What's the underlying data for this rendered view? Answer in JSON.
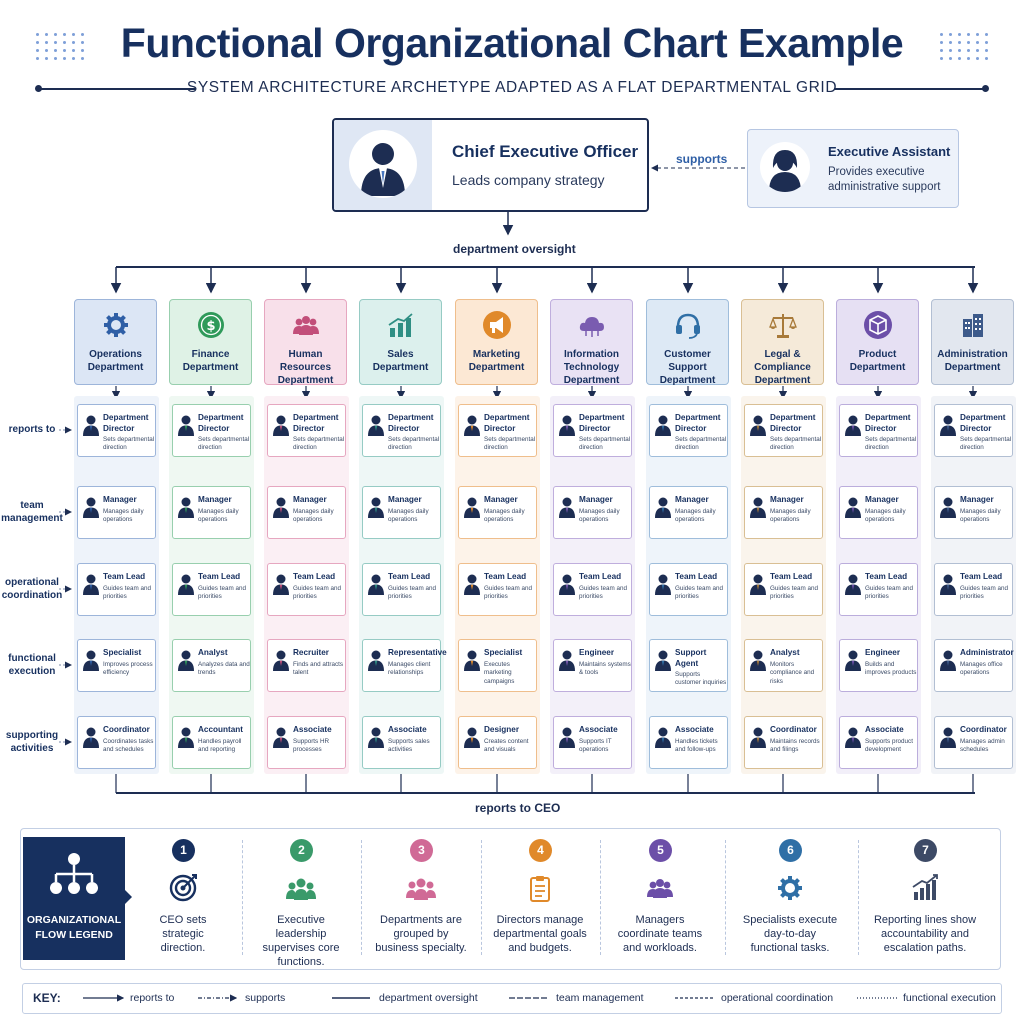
{
  "header": {
    "title": "Functional Organizational Chart Example",
    "subtitle": "SYSTEM ARCHITECTURE ARCHETYPE ADAPTED AS A FLAT DEPARTMENTAL GRID"
  },
  "ceo": {
    "title": "Chief Executive Officer",
    "desc": "Leads company strategy"
  },
  "assistant": {
    "title": "Executive Assistant",
    "desc": "Provides executive administrative support"
  },
  "labels": {
    "supports": "supports",
    "oversight": "department oversight",
    "reports_ceo": "reports to CEO"
  },
  "row_labels": [
    "reports to",
    "team management",
    "operational coordination",
    "functional execution",
    "supporting activities"
  ],
  "departments": [
    {
      "name": "Operations Department",
      "icon": "gear-icon",
      "color": "#2f5fa6",
      "bg": "#dce6f5",
      "col": "#eef3fa",
      "border": "#9db5da",
      "roles": [
        [
          "Department Director",
          "Sets departmental direction"
        ],
        [
          "Manager",
          "Manages daily operations"
        ],
        [
          "Team Lead",
          "Guides team and priorities"
        ],
        [
          "Specialist",
          "Improves process efficiency"
        ],
        [
          "Coordinator",
          "Coordinates tasks and schedules"
        ]
      ]
    },
    {
      "name": "Finance Department",
      "icon": "dollar-icon",
      "color": "#2f9a5a",
      "bg": "#dff2e6",
      "col": "#eff8f2",
      "border": "#98cfae",
      "roles": [
        [
          "Department Director",
          "Sets departmental direction"
        ],
        [
          "Manager",
          "Manages daily operations"
        ],
        [
          "Team Lead",
          "Guides team and priorities"
        ],
        [
          "Analyst",
          "Analyzes data and trends"
        ],
        [
          "Accountant",
          "Handles payroll and reporting"
        ]
      ]
    },
    {
      "name": "Human Resources Department",
      "icon": "people-icon",
      "color": "#c24f7a",
      "bg": "#f8e0ea",
      "col": "#fbeff4",
      "border": "#e6a7c0",
      "roles": [
        [
          "Department Director",
          "Sets departmental direction"
        ],
        [
          "Manager",
          "Manages daily operations"
        ],
        [
          "Team Lead",
          "Guides team and priorities"
        ],
        [
          "Recruiter",
          "Finds and attracts talent"
        ],
        [
          "Associate",
          "Supports HR processes"
        ]
      ]
    },
    {
      "name": "Sales Department",
      "icon": "bar-chart-icon",
      "color": "#2f8f84",
      "bg": "#dcf0ed",
      "col": "#eef7f6",
      "border": "#96cbc4",
      "roles": [
        [
          "Department Director",
          "Sets departmental direction"
        ],
        [
          "Manager",
          "Manages daily operations"
        ],
        [
          "Team Lead",
          "Guides team and priorities"
        ],
        [
          "Representative",
          "Manages client relationships"
        ],
        [
          "Associate",
          "Supports sales activities"
        ]
      ]
    },
    {
      "name": "Marketing Department",
      "icon": "megaphone-icon",
      "color": "#e0892a",
      "bg": "#fce8d4",
      "col": "#fdf3e9",
      "border": "#efbe8c",
      "roles": [
        [
          "Department Director",
          "Sets departmental direction"
        ],
        [
          "Manager",
          "Manages daily operations"
        ],
        [
          "Team Lead",
          "Guides team and priorities"
        ],
        [
          "Specialist",
          "Executes marketing campaigns"
        ],
        [
          "Designer",
          "Creates content and visuals"
        ]
      ]
    },
    {
      "name": "Information Technology Department",
      "icon": "cloud-icon",
      "color": "#7a5cb0",
      "bg": "#e9e2f4",
      "col": "#f3f0f9",
      "border": "#bfaedd",
      "roles": [
        [
          "Department Director",
          "Sets departmental direction"
        ],
        [
          "Manager",
          "Manages daily operations"
        ],
        [
          "Team Lead",
          "Guides team and priorities"
        ],
        [
          "Engineer",
          "Maintains systems & tools"
        ],
        [
          "Associate",
          "Supports IT operations"
        ]
      ]
    },
    {
      "name": "Customer Support Department",
      "icon": "headset-icon",
      "color": "#2f6fa6",
      "bg": "#dde9f5",
      "col": "#eef4fa",
      "border": "#9fbddb",
      "roles": [
        [
          "Department Director",
          "Sets departmental direction"
        ],
        [
          "Manager",
          "Manages daily operations"
        ],
        [
          "Team Lead",
          "Guides team and priorities"
        ],
        [
          "Support Agent",
          "Supports customer inquiries"
        ],
        [
          "Associate",
          "Handles tickets and follow-ups"
        ]
      ]
    },
    {
      "name": "Legal & Compliance Department",
      "icon": "scales-icon",
      "color": "#a87a3a",
      "bg": "#f5ead9",
      "col": "#faf4ec",
      "border": "#d9bf94",
      "roles": [
        [
          "Department Director",
          "Sets departmental direction"
        ],
        [
          "Manager",
          "Manages daily operations"
        ],
        [
          "Team Lead",
          "Guides team and priorities"
        ],
        [
          "Analyst",
          "Monitors compliance and risks"
        ],
        [
          "Coordinator",
          "Maintains records and filings"
        ]
      ]
    },
    {
      "name": "Product Department",
      "icon": "cube-icon",
      "color": "#6c4fa8",
      "bg": "#e6e0f3",
      "col": "#f2eff9",
      "border": "#bbaddc",
      "roles": [
        [
          "Department Director",
          "Sets departmental direction"
        ],
        [
          "Manager",
          "Manages daily operations"
        ],
        [
          "Team Lead",
          "Guides team and priorities"
        ],
        [
          "Engineer",
          "Builds and improves products"
        ],
        [
          "Associate",
          "Supports product development"
        ]
      ]
    },
    {
      "name": "Administration Department",
      "icon": "building-icon",
      "color": "#3d5a8a",
      "bg": "#e2e7ef",
      "col": "#f1f3f7",
      "border": "#b2bfd3",
      "roles": [
        [
          "Department Director",
          "Sets departmental direction"
        ],
        [
          "Manager",
          "Manages daily operations"
        ],
        [
          "Team Lead",
          "Guides team and priorities"
        ],
        [
          "Administrator",
          "Manages office operations"
        ],
        [
          "Coordinator",
          "Manages admin schedules"
        ]
      ]
    }
  ],
  "legend": {
    "title": "ORGANIZATIONAL FLOW LEGEND",
    "steps": [
      {
        "num": "1",
        "icon": "target-icon",
        "color": "#17305f",
        "text": "CEO sets strategic direction."
      },
      {
        "num": "2",
        "icon": "team-icon",
        "color": "#3a9a6a",
        "text": "Executive leadership supervises core functions."
      },
      {
        "num": "3",
        "icon": "group-icon",
        "color": "#d06a96",
        "text": "Departments are grouped by business specialty."
      },
      {
        "num": "4",
        "icon": "clipboard-icon",
        "color": "#e0892a",
        "text": "Directors manage departmental goals and budgets."
      },
      {
        "num": "5",
        "icon": "people-icon",
        "color": "#6c4fa8",
        "text": "Managers coordinate teams and workloads."
      },
      {
        "num": "6",
        "icon": "gear-icon",
        "color": "#2f6fa6",
        "text": "Specialists execute day-to-day functional tasks."
      },
      {
        "num": "7",
        "icon": "growth-chart-icon",
        "color": "#3d4a66",
        "text": "Reporting lines show accountability and escalation paths."
      }
    ]
  },
  "key": {
    "title": "KEY:",
    "items": [
      "reports to",
      "supports",
      "department oversight",
      "team management",
      "operational coordination",
      "functional execution"
    ]
  }
}
